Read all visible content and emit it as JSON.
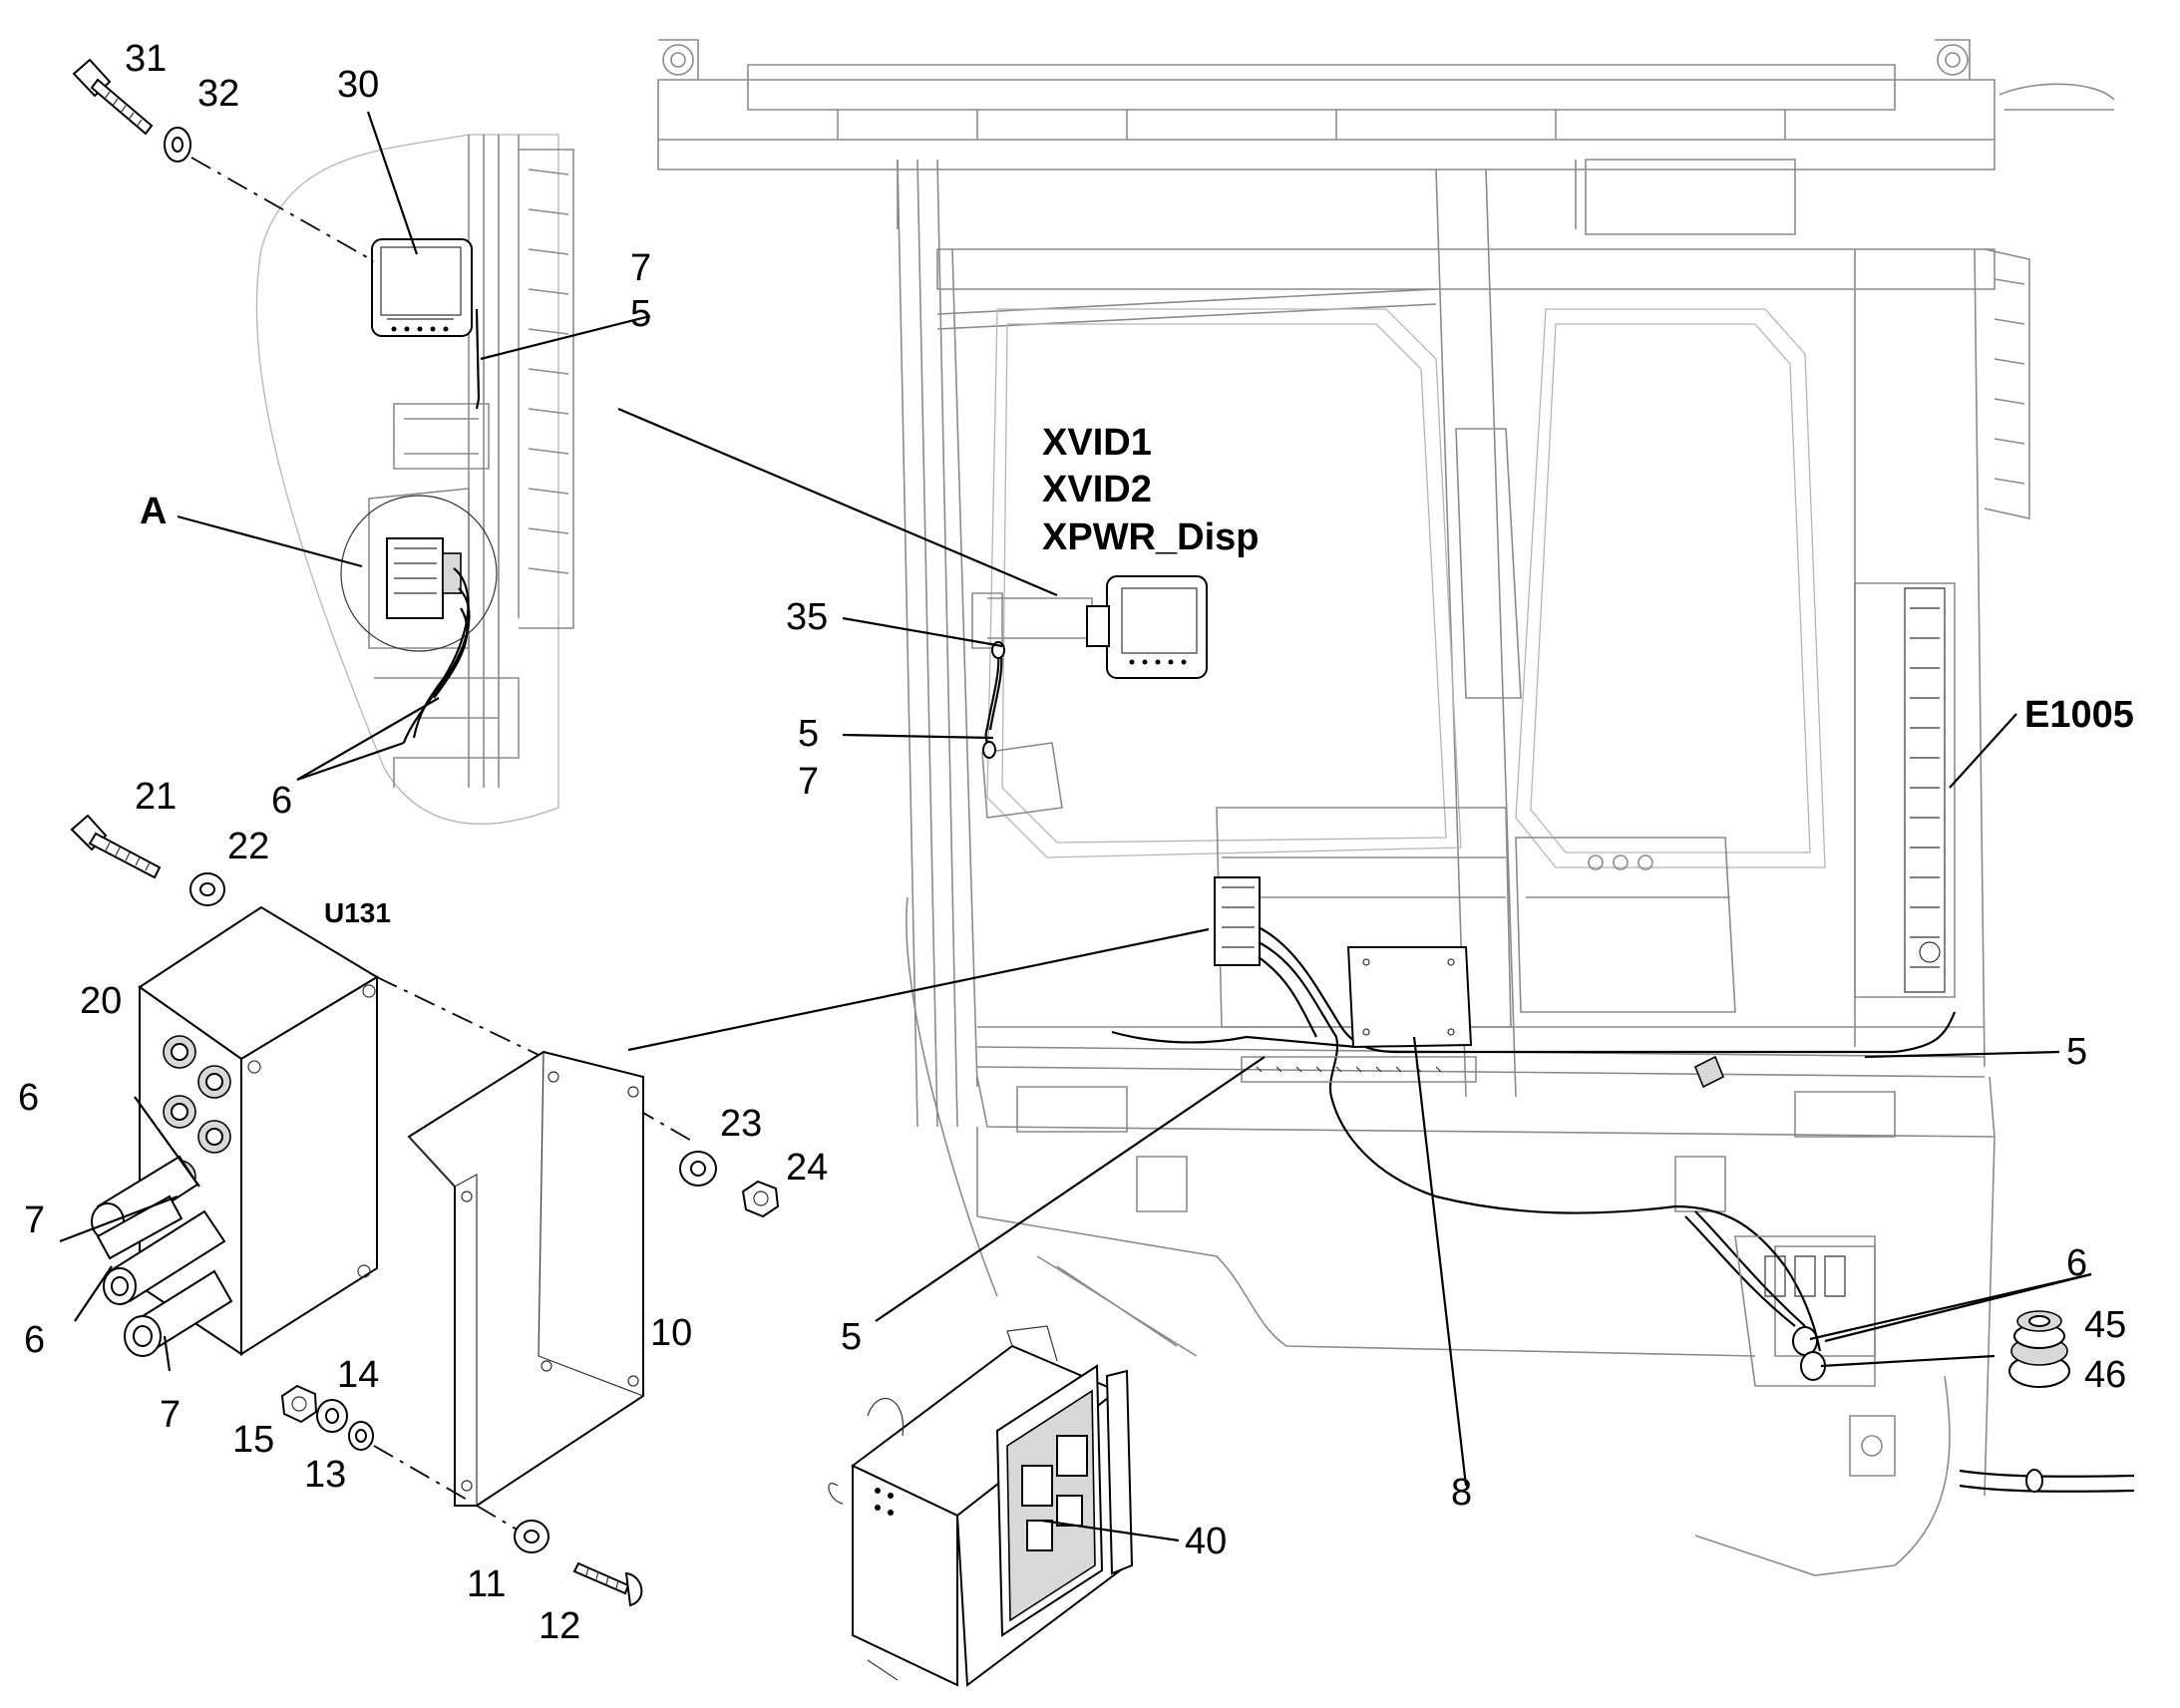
{
  "callouts": {
    "c31": "31",
    "c32": "32",
    "c30": "30",
    "c7a": "7",
    "c5a": "5",
    "cA": "A",
    "c6a": "6",
    "c21": "21",
    "c22": "22",
    "cU131": "U131",
    "c20": "20",
    "c6b": "6",
    "c7b": "7",
    "c6c": "6",
    "c7c": "7",
    "c23": "23",
    "c24": "24",
    "c10": "10",
    "c14": "14",
    "c15": "15",
    "c13": "13",
    "c11": "11",
    "c12": "12",
    "cXVID1": "XVID1",
    "cXVID2": "XVID2",
    "cXPWR": "XPWR_Disp",
    "c35": "35",
    "c5b": "5",
    "c7d": "7",
    "cE1005": "E1005",
    "c5c": "5",
    "c6d": "6",
    "c45": "45",
    "c46": "46",
    "c5d": "5",
    "c8": "8",
    "c40": "40"
  }
}
